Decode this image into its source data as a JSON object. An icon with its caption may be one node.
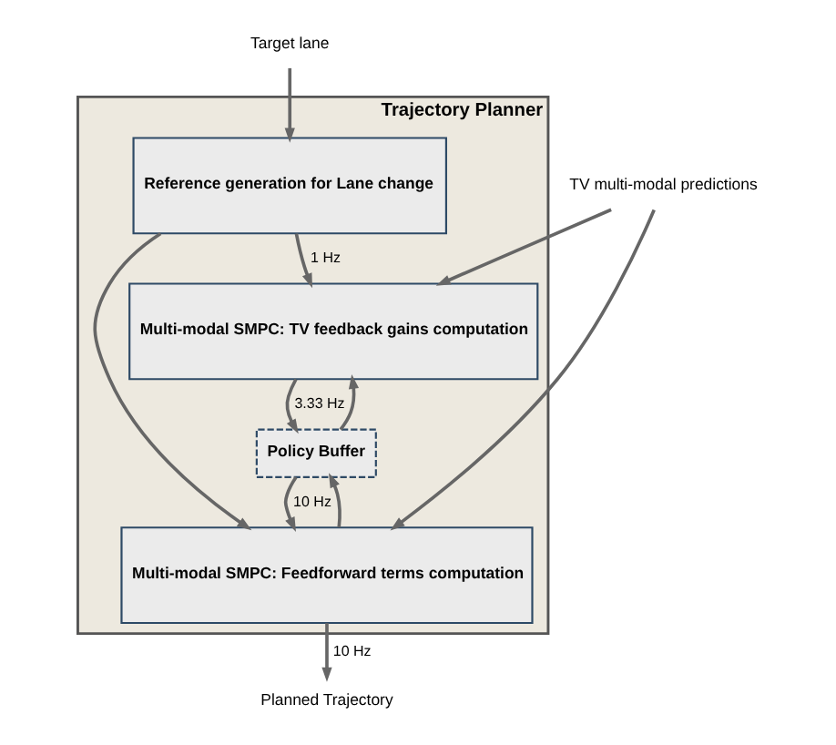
{
  "diagram": {
    "nodes": [
      {
        "text": [
          "Target lane"
        ]
      },
      {
        "text": [
          "TV multi-modal predictions"
        ]
      },
      {
        "text": [
          "Trajectory Planner"
        ]
      },
      {
        "text": [
          "Multi-modal SMPC: TV feedback gains computation"
        ],
        "in": 2
      },
      {
        "text": [
          "Reference generation for Lane change"
        ],
        "in": 2
      },
      {
        "text": [
          "Policy Buffer"
        ],
        "in": 2
      },
      {
        "text": [
          "Multi-modal SMPC: Feedforward terms computation"
        ],
        "in": 2
      },
      {
        "text": [
          "Planned Trajectory"
        ]
      }
    ],
    "edges": [
      {
        "from": 0,
        "to": 4,
        "arrow": "to"
      },
      {
        "from": 1,
        "to": 3,
        "arrow": "to"
      },
      {
        "from": 1,
        "to": 6,
        "arrow": "to"
      },
      {
        "from": 4,
        "to": 3,
        "arrow": "to",
        "label": "1 Hz"
      },
      {
        "from": 4,
        "to": 6,
        "arrow": "to"
      },
      {
        "from": 3,
        "to": 5,
        "arrow": "to",
        "label": "3.33 Hz"
      },
      {
        "from": 5,
        "to": 3,
        "arrow": "to"
      },
      {
        "from": 5,
        "to": 6,
        "arrow": "to",
        "label": "10 Hz"
      },
      {
        "from": 6,
        "to": 5,
        "arrow": "to"
      },
      {
        "from": 6,
        "to": 7,
        "arrow": "to",
        "label": "10 Hz"
      }
    ]
  }
}
